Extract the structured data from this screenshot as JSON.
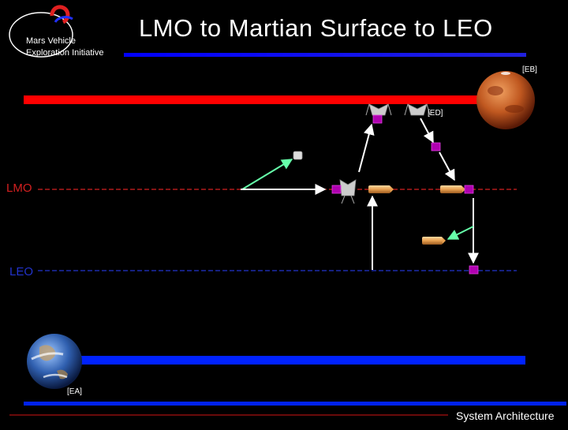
{
  "header": {
    "title": "LMO to Martian Surface to LEO",
    "org_line1": "Mars Vehicle",
    "org_line2": "Exploration Initiative"
  },
  "labels": {
    "eb": "[EB]",
    "ed": "[ED]",
    "ea": "[EA]",
    "lmo": "LMO",
    "leo": "LEO"
  },
  "footer": {
    "section": "System Architecture"
  },
  "colors": {
    "background": "#000000",
    "mars_bar": "#ff0000",
    "earth_bar": "#0022ff",
    "lmo": "#d42020",
    "leo": "#2233cc",
    "module": "#b000b0",
    "transfer_arrow": "#66ffaa",
    "cylinder": "#e8a050"
  }
}
